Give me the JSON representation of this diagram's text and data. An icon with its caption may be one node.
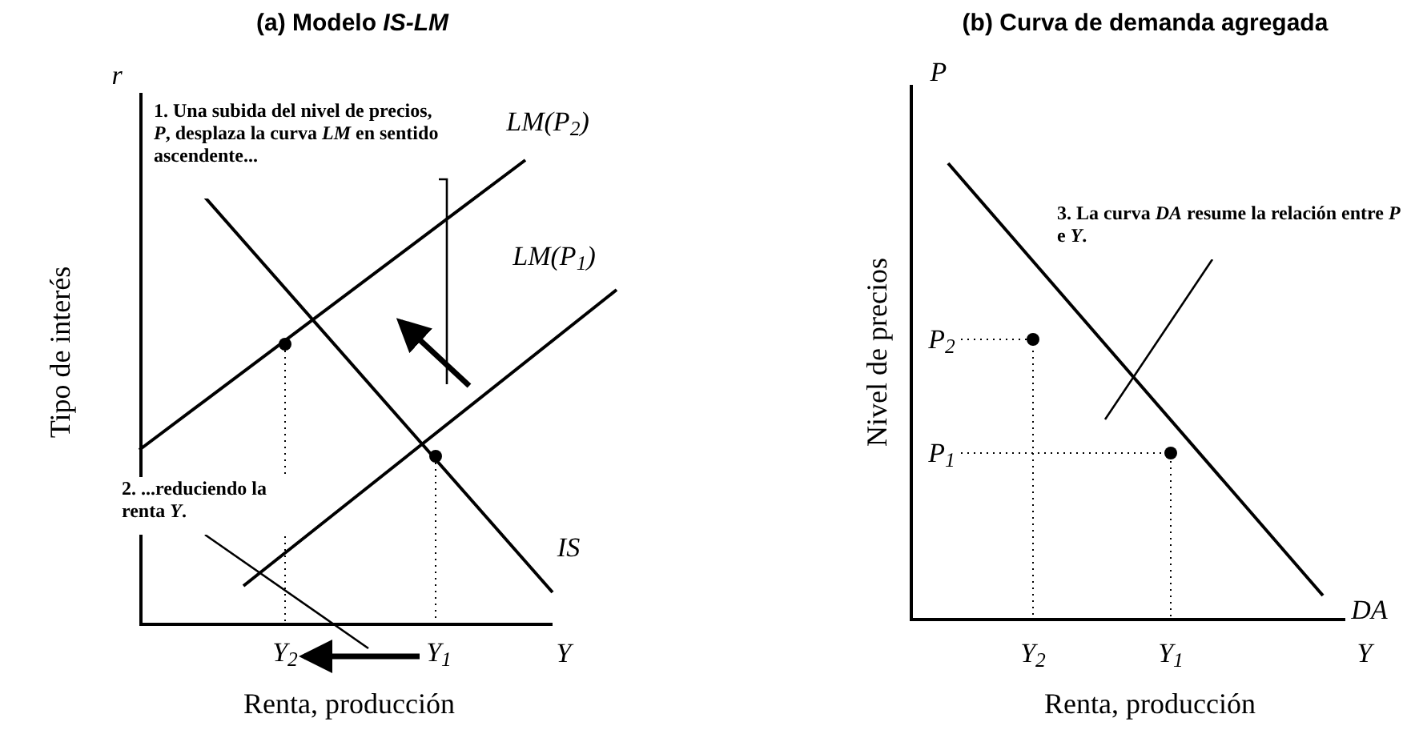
{
  "diagram": {
    "nodes": [
      {
        "text": [
          "1. Una subida del nivel de precios, *P*, desplaza la curva *LM* en sentido ascendente..."
        ]
      },
      {
        "text": [
          "2. ...reduciendo la renta *Y*."
        ]
      },
      {
        "text": [
          "3. La curva *DA* resume la relación entre *P* e *Y*."
        ]
      },
      {
        "text": [
          "*Y*$_{2}$"
        ]
      },
      {
        "text": [
          "*Y*$_{1}$"
        ]
      }
    ],
    "edges": [
      {
        "from": 4,
        "to": 3,
        "arrow": "to",
        "style": "thick"
      },
      {
        "from": 0,
        "to": null,
        "arrow": "none"
      },
      {
        "from": 1,
        "to": null,
        "arrow": "none"
      },
      {
        "from": 2,
        "to": null,
        "arrow": "none"
      }
    ],
    "labels": [
      "(a) Modelo *IS-LM*",
      "(b) Curva de demanda agregada",
      "*r*",
      "*LM*(*P*$_{2}$)",
      "*LM*(*P*$_{1}$)",
      "Tipo de interés",
      "*P*",
      "Nivel de precios",
      "*P*$_{2}$",
      "*P*$_{1}$",
      "*IS*",
      "*DA*",
      "*Y*",
      "*Y*$_{2}$",
      "*Y*$_{1}$",
      "*Y*",
      "Renta, producción",
      "Renta, producción"
    ]
  }
}
